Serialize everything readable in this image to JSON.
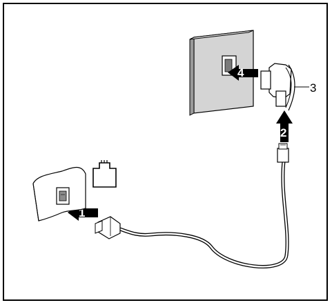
{
  "diagram": {
    "steps": [
      {
        "number": "1",
        "meaning": "plug-into-device-port"
      },
      {
        "number": "2",
        "meaning": "connect-to-adapter"
      },
      {
        "number": "3",
        "meaning": "adapter"
      },
      {
        "number": "4",
        "meaning": "insert-into-wall-socket"
      }
    ],
    "icons": [
      "phone-jack-symbol-icon"
    ]
  },
  "colors": {
    "line": "#000000",
    "fill": "#ffffff",
    "shade": "#bfbfbf",
    "shade_dark": "#8c8c8c"
  }
}
